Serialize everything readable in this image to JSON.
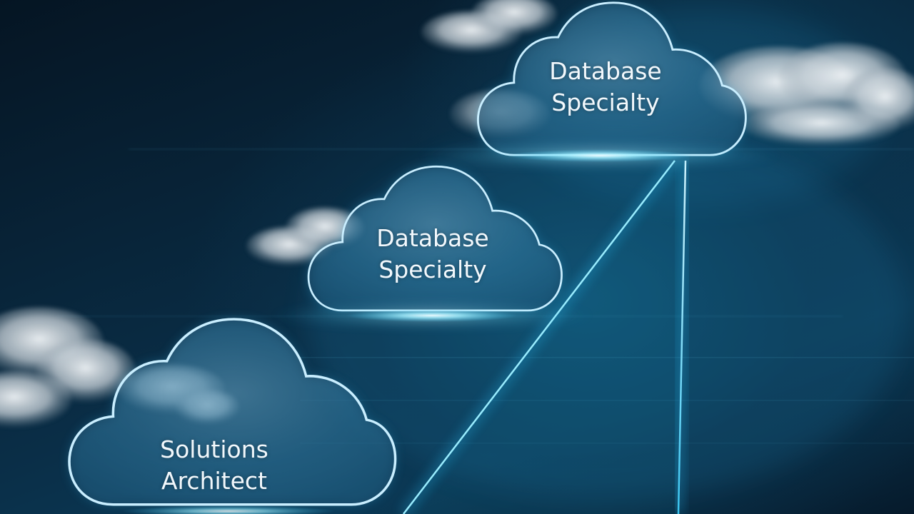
{
  "clouds": [
    {
      "line1": "Solutions",
      "line2": "Architect"
    },
    {
      "line1": "Database",
      "line2": "Specialty"
    },
    {
      "line1": "Database",
      "line2": "Specialty"
    }
  ],
  "colors": {
    "background": "#061726",
    "glow": "#4fd8ff",
    "cloud_outline": "#bfeaff",
    "text": "#f2f8fc"
  }
}
